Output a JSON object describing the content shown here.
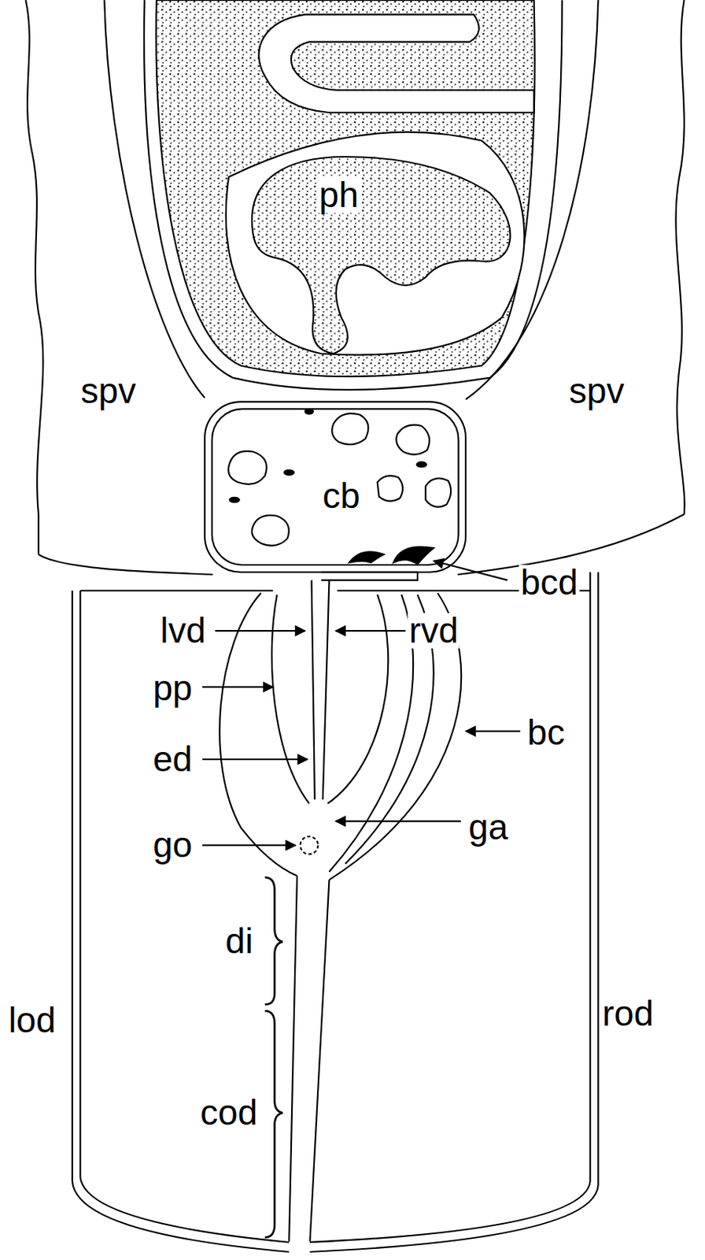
{
  "diagram": {
    "labels": [
      "ph",
      "spv",
      "spv",
      "cb",
      "bcd",
      "lvd",
      "rvd",
      "pp",
      "bc",
      "ed",
      "ga",
      "go",
      "di",
      "lod",
      "rod",
      "cod"
    ]
  }
}
